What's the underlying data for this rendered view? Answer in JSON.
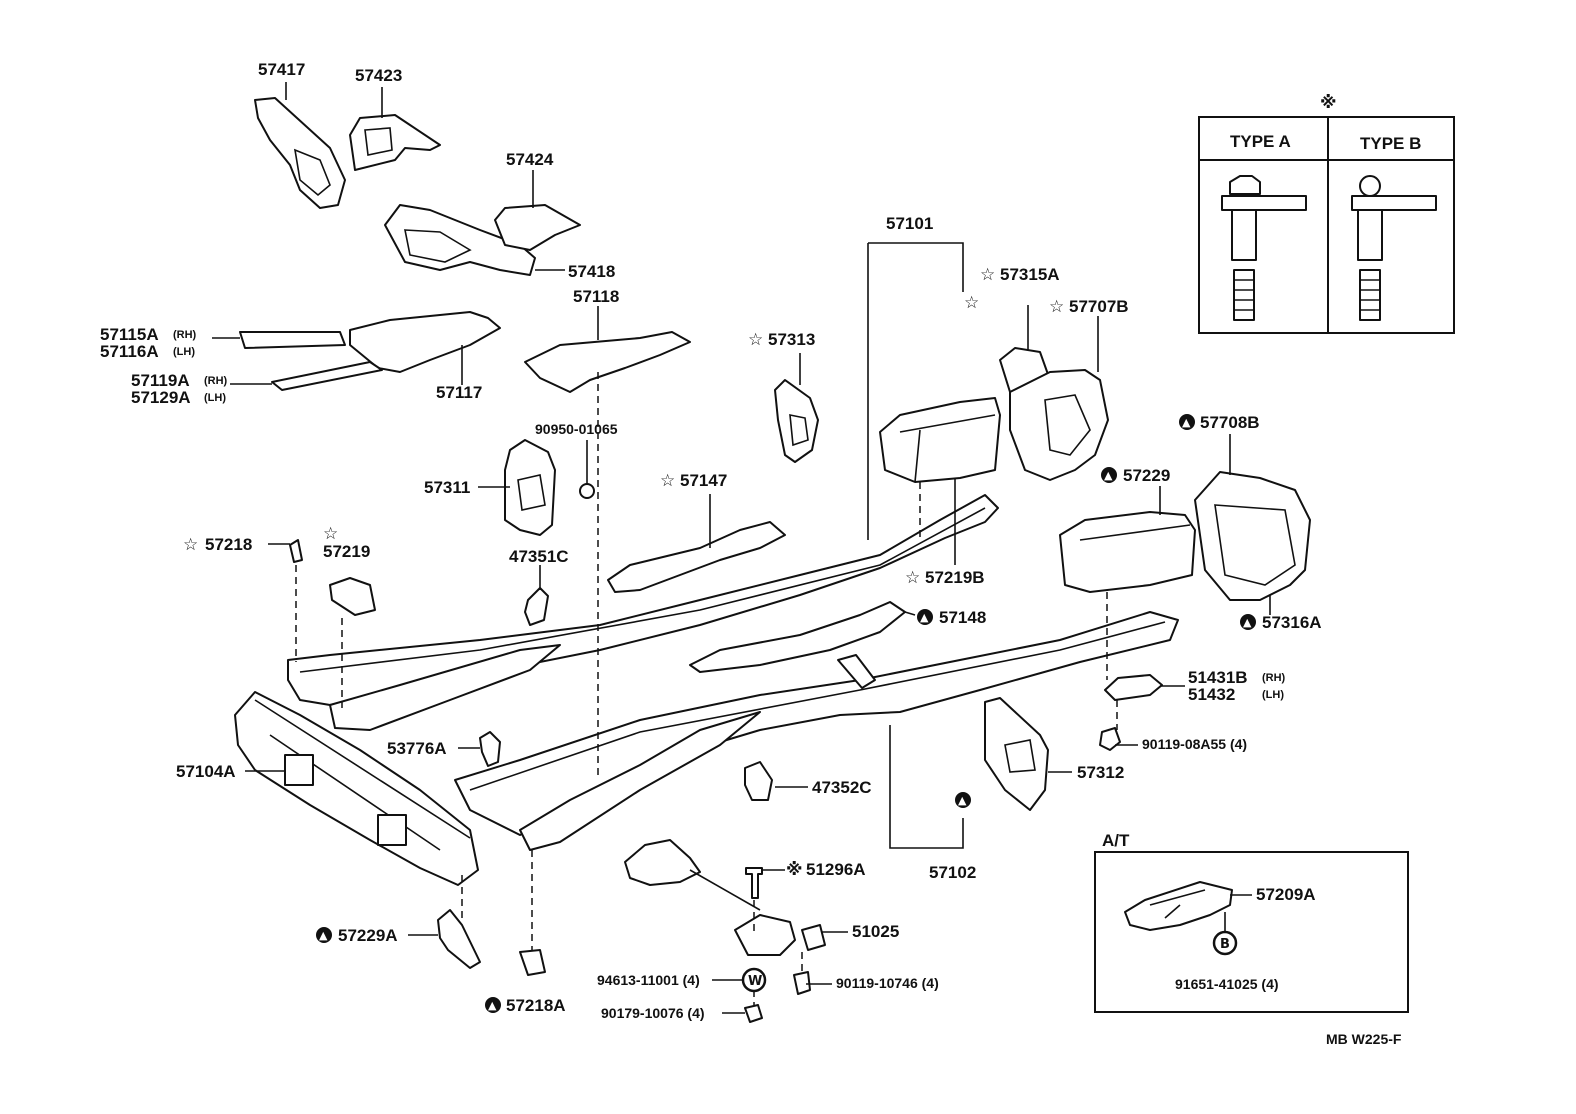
{
  "parts": {
    "p57417": "57417",
    "p57423": "57423",
    "p57424": "57424",
    "p57418": "57418",
    "p57118": "57118",
    "p57115a": "57115A",
    "p57115a_side": "(RH)",
    "p57116a": "57116A",
    "p57116a_side": "(LH)",
    "p57119a": "57119A",
    "p57119a_side": "(RH)",
    "p57129a": "57129A",
    "p57129a_side": "(LH)",
    "p57117": "57117",
    "p57101": "57101",
    "p57315a": "57315A",
    "p57707b": "57707B",
    "p57313": "57313",
    "p90950": "90950-01065",
    "p57311": "57311",
    "p57147": "57147",
    "p47351c": "47351C",
    "p57218": "57218",
    "p57219": "57219",
    "p57219b": "57219B",
    "p57708b": "57708B",
    "p57229": "57229",
    "p57316a": "57316A",
    "p57148": "57148",
    "p51431b": "51431B",
    "p51431b_side": "(RH)",
    "p51432": "51432",
    "p51432_side": "(LH)",
    "p90119_08a55": "90119-08A55 (4)",
    "p53776a": "53776A",
    "p57104a": "57104A",
    "p47352c": "47352C",
    "p57312": "57312",
    "p57102": "57102",
    "p51296a": "51296A",
    "p51025": "51025",
    "p57229a": "57229A",
    "p94613": "94613-11001 (4)",
    "p90119_10746": "90119-10746 (4)",
    "p57218a": "57218A",
    "p90179": "90179-10076 (4)",
    "p57209a": "57209A",
    "p91651": "91651-41025 (4)"
  },
  "legend": {
    "symbol": "※",
    "type_a": "TYPE A",
    "type_b": "TYPE B"
  },
  "inset": {
    "title": "A/T"
  },
  "markers": {
    "star": "☆",
    "asterisk": "※",
    "triangle": "▲",
    "w": "W",
    "b": "B"
  },
  "footer": {
    "code": "MB  W225-F"
  }
}
